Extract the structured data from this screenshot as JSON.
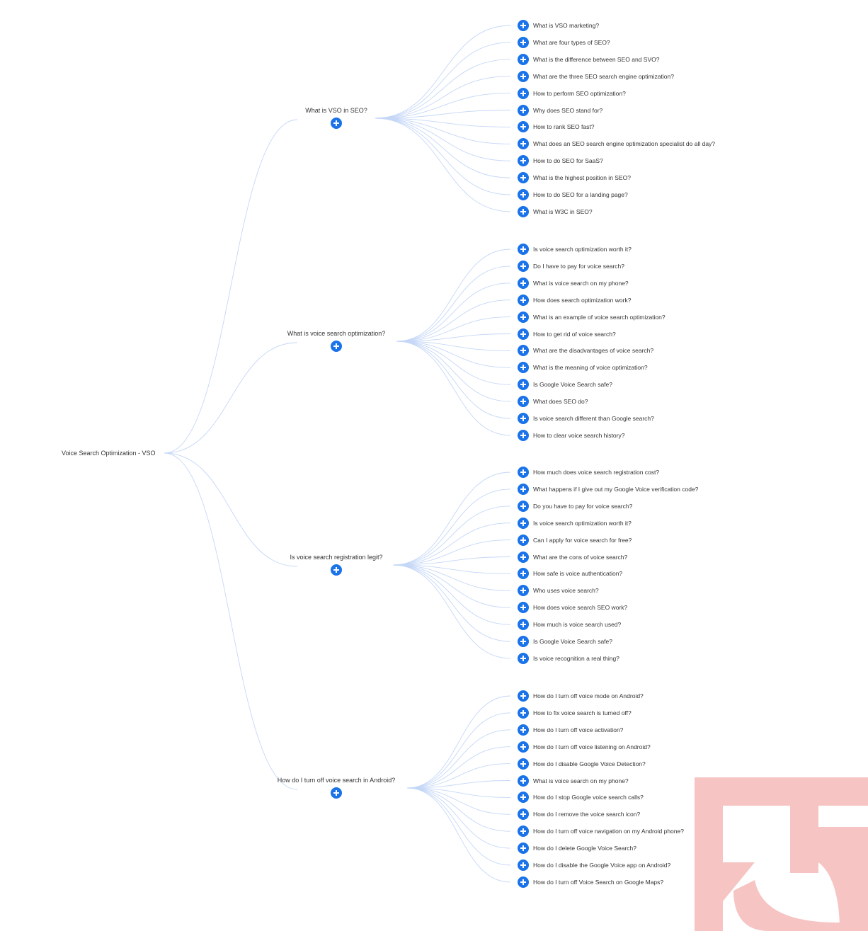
{
  "root": {
    "label": "Voice Search Optimization - VSO"
  },
  "colors": {
    "accent": "#1a73e8",
    "edge": "#c5d7f7",
    "watermark": "#f6c5c3"
  },
  "icons": {
    "expand": "plus-circle-icon",
    "watermark": "brand-logo-watermark"
  },
  "branches": [
    {
      "label": "What is VSO in SEO?",
      "children": [
        "What is VSO marketing?",
        "What are four types of SEO?",
        "What is the difference between SEO and SVO?",
        "What are the three SEO search engine optimization?",
        "How to perform SEO optimization?",
        "Why does SEO stand for?",
        "How to rank SEO fast?",
        "What does an SEO search engine optimization specialist do all day?",
        "How to do SEO for SaaS?",
        "What is the highest position in SEO?",
        "How to do SEO for a landing page?",
        "What is W3C in SEO?"
      ]
    },
    {
      "label": "What is voice search optimization?",
      "children": [
        "Is voice search optimization worth it?",
        "Do I have to pay for voice search?",
        "What is voice search on my phone?",
        "How does search optimization work?",
        "What is an example of voice search optimization?",
        "How to get rid of voice search?",
        "What are the disadvantages of voice search?",
        "What is the meaning of voice optimization?",
        "Is Google Voice Search safe?",
        "What does SEO do?",
        "Is voice search different than Google search?",
        "How to clear voice search history?"
      ]
    },
    {
      "label": "Is voice search registration legit?",
      "children": [
        "How much does voice search registration cost?",
        "What happens if I give out my Google Voice verification code?",
        "Do you have to pay for voice search?",
        "Is voice search optimization worth it?",
        "Can I apply for voice search for free?",
        "What are the cons of voice search?",
        "How safe is voice authentication?",
        "Who uses voice search?",
        "How does voice search SEO work?",
        "How much is voice search used?",
        "Is Google Voice Search safe?",
        "Is voice recognition a real thing?"
      ]
    },
    {
      "label": "How do I turn off voice search in Android?",
      "children": [
        "How do I turn off voice mode on Android?",
        "How to fix voice search is turned off?",
        "How do I turn off voice activation?",
        "How do I turn off voice listening on Android?",
        "How do I disable Google Voice Detection?",
        "What is voice search on my phone?",
        "How do I stop Google voice search calls?",
        "How do I remove the voice search icon?",
        "How do I turn off voice navigation on my Android phone?",
        "How do I delete Google Voice Search?",
        "How do I disable the Google Voice app on Android?",
        "How do I turn off Voice Search on Google Maps?"
      ]
    }
  ]
}
